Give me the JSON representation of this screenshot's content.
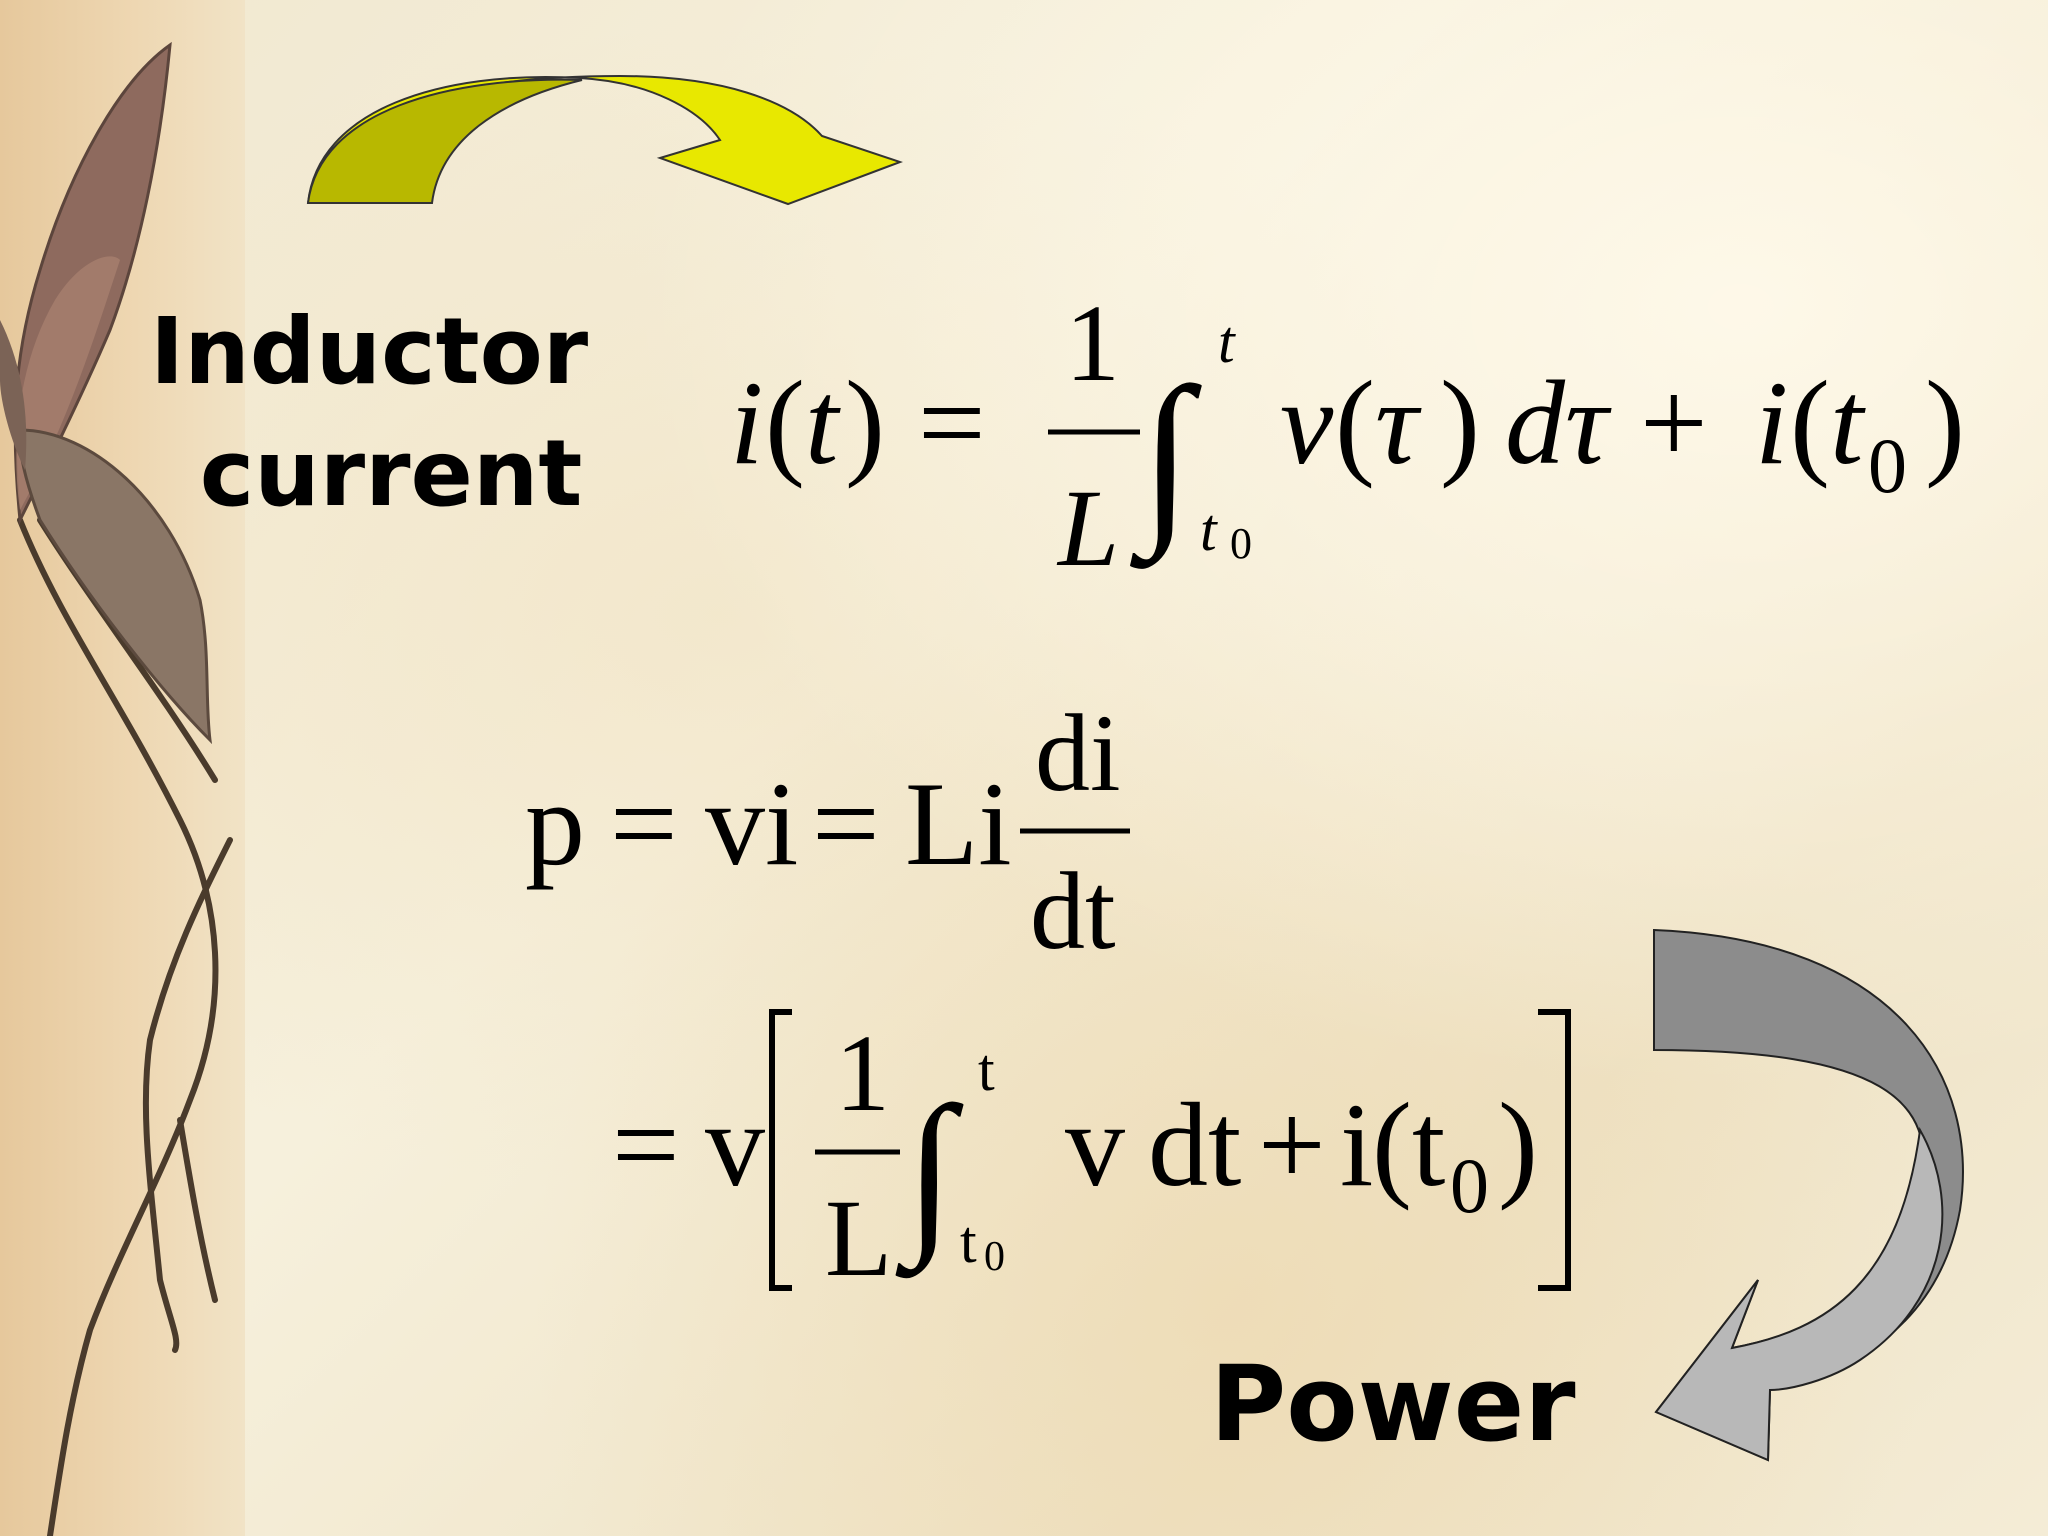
{
  "labels": {
    "inductor_line1": "Inductor",
    "inductor_line2": "current",
    "power": "Power"
  },
  "equations": {
    "inductor_current": "i(t) = (1/L) ∫_{t0}^{t} v(τ) dτ + i(t0)",
    "power_line1": "p = vi = Li di/dt",
    "power_line2": "= v[ (1/L) ∫_{t0}^{t} v dt + i(t0) ]"
  },
  "colors": {
    "top_arrow": "#e8e800",
    "top_arrow_shadow": "#b8b800",
    "bottom_arrow": "#8c8c8c",
    "bottom_arrow_light": "#b8b8b8"
  },
  "icons": {
    "top_arrow": "curved-arrow-right-icon",
    "bottom_arrow": "curved-arrow-down-left-icon",
    "decoration": "leaf-branch-decoration"
  }
}
